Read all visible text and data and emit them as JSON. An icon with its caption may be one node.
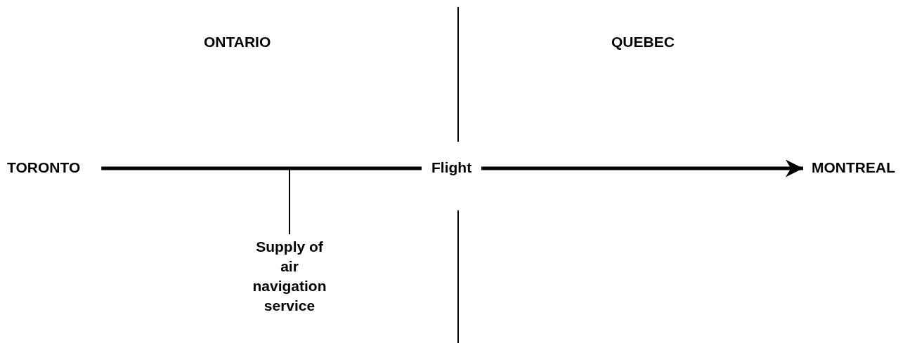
{
  "diagram": {
    "nodes": [
      {
        "text": [
          "TORONTO"
        ]
      },
      {
        "text": [
          "MONTREAL"
        ]
      },
      {
        "text": [
          "Supply of air navigation service"
        ]
      }
    ],
    "edges": [
      {
        "from": 0,
        "to": 1,
        "arrow": "to",
        "label": "Flight",
        "style": "thick"
      },
      {
        "from": 2,
        "to": null,
        "arrow": "none"
      }
    ],
    "labels": [
      "ONTARIO",
      "QUEBEC"
    ]
  }
}
